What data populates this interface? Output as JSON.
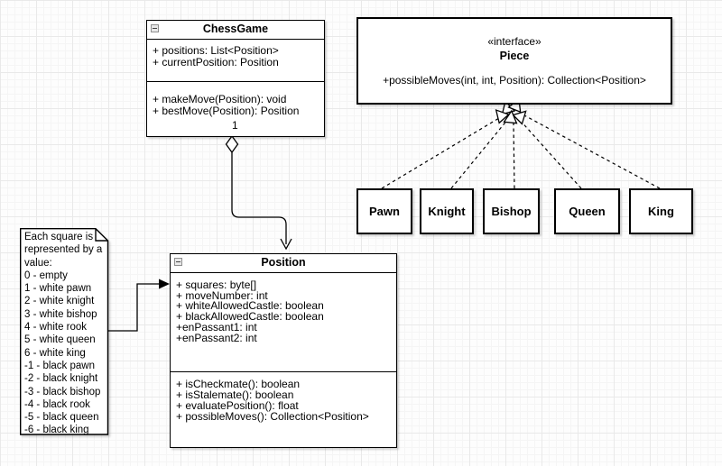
{
  "diagram": {
    "chessgame": {
      "title": "ChessGame",
      "attributes": [
        "+ positions: List<Position>",
        "+ currentPosition: Position"
      ],
      "methods": [
        "+ makeMove(Position): void",
        "+ bestMove(Position): Position"
      ]
    },
    "piece": {
      "stereotype": "«interface»",
      "title": "Piece",
      "operation": "+possibleMoves(int, int, Position): Collection<Position>"
    },
    "subclasses": [
      "Pawn",
      "Knight",
      "Bishop",
      "Queen",
      "King"
    ],
    "position": {
      "title": "Position",
      "attributes": [
        "+ squares: byte[]",
        "+ moveNumber: int",
        "+ whiteAllowedCastle: boolean",
        "+ blackAllowedCastle: boolean",
        "+enPassant1: int",
        "+enPassant2: int"
      ],
      "methods": [
        "+ isCheckmate(): boolean",
        "+ isStalemate(): boolean",
        "+ evaluatePosition(): float",
        "+ possibleMoves(): Collection<Position>"
      ]
    },
    "note": {
      "lines": [
        "Each square is",
        "represented by a",
        "value:",
        "0 - empty",
        "1 - white pawn",
        "2 - white knight",
        "3 - white bishop",
        "4 - white rook",
        "5 - white queen",
        "6 - white king",
        "-1 - black pawn",
        "-2 - black knight",
        "-3 - black bishop",
        "-4 - black rook",
        "-5 - black queen",
        "-6 - black king"
      ]
    },
    "multiplicity_chessgame_position": "1",
    "colors": {
      "stroke": "#000000",
      "box_fill": "#ffffff",
      "grid_minor": "#f5f5f5",
      "grid_major": "#e9e9e9"
    }
  }
}
